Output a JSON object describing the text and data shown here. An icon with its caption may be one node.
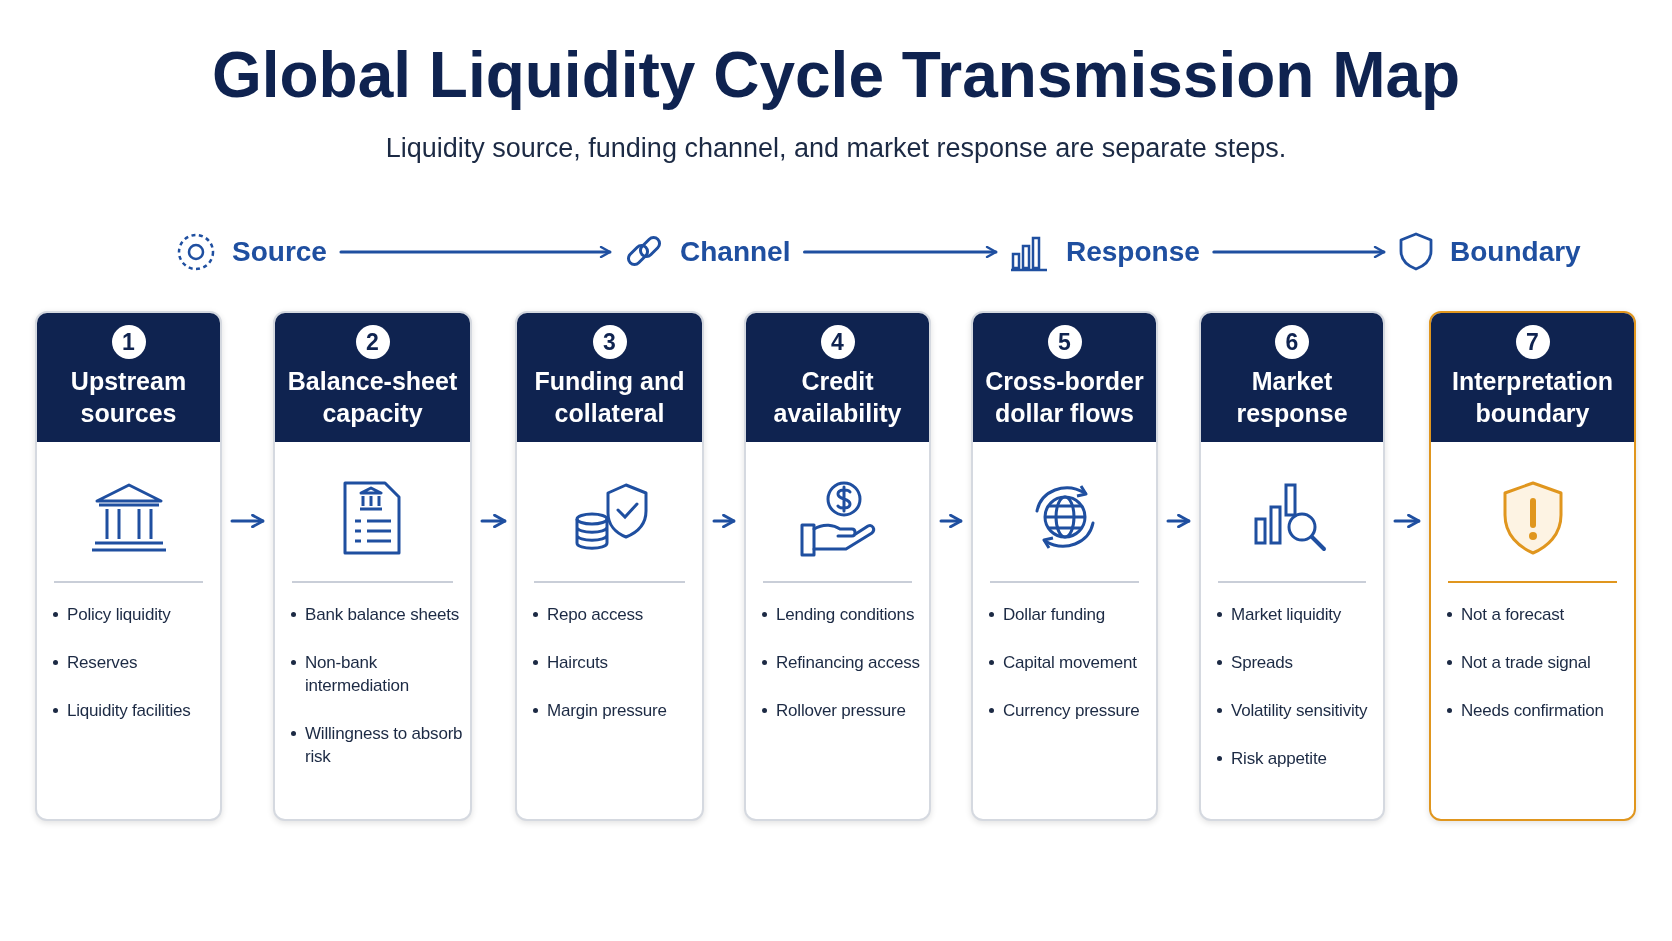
{
  "diagram": {
    "title": "Global Liquidity Cycle Transmission Map",
    "caption": "Liquidity source, funding channel, and market response are separate steps.",
    "nodes": [
      {
        "text": [
          "Source"
        ]
      },
      {
        "text": [
          "Channel"
        ]
      },
      {
        "text": [
          "Response"
        ]
      },
      {
        "text": [
          "Boundary"
        ]
      },
      {
        "text": [
          "1",
          "Upstream sources",
          "Policy liquidity",
          "Reserves",
          "Liquidity facilities"
        ]
      },
      {
        "text": [
          "2",
          "Balance-sheet capacity",
          "Bank balance sheets",
          "Non-bank intermediation",
          "Willingness to absorb risk"
        ]
      },
      {
        "text": [
          "3",
          "Funding and collateral",
          "Repo access",
          "Haircuts",
          "Margin pressure"
        ]
      },
      {
        "text": [
          "4",
          "Credit availability",
          "Lending conditions",
          "Refinancing access",
          "Rollover pressure"
        ]
      },
      {
        "text": [
          "5",
          "Cross-border dollar flows",
          "Dollar funding",
          "Capital movement",
          "Currency pressure"
        ]
      },
      {
        "text": [
          "6",
          "Market response",
          "Market liquidity",
          "Spreads",
          "Volatility sensitivity",
          "Risk appetite"
        ]
      },
      {
        "text": [
          "7",
          "Interpretation boundary",
          "Not a forecast",
          "Not a trade signal",
          "Needs confirmation"
        ]
      }
    ],
    "edges": [
      {
        "from": 0,
        "to": 1,
        "arrow": "to"
      },
      {
        "from": 1,
        "to": 2,
        "arrow": "to"
      },
      {
        "from": 2,
        "to": 3,
        "arrow": "to"
      },
      {
        "from": 4,
        "to": 5,
        "arrow": "to"
      },
      {
        "from": 5,
        "to": 6,
        "arrow": "to"
      },
      {
        "from": 6,
        "to": 7,
        "arrow": "to"
      },
      {
        "from": 7,
        "to": 8,
        "arrow": "to"
      },
      {
        "from": 8,
        "to": 9,
        "arrow": "to"
      },
      {
        "from": 9,
        "to": 10,
        "arrow": "to"
      }
    ]
  }
}
